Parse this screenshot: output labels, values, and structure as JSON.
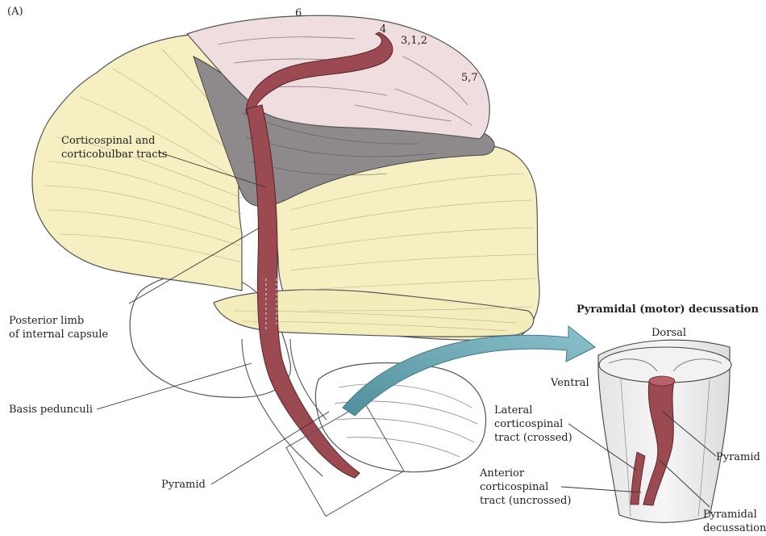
{
  "panel_label": "(A)",
  "area_numbers": {
    "area6": "6",
    "area4": "4",
    "area312": "3,1,2",
    "area57": "5,7"
  },
  "labels": {
    "corticospinal_line1": "Corticospinal and",
    "corticospinal_line2": "corticobulbar tracts",
    "posterior_line1": "Posterior limb",
    "posterior_line2": "of internal capsule",
    "basis_pedunculi": "Basis pedunculi",
    "pyramid_main": "Pyramid"
  },
  "inset": {
    "title": "Pyramidal (motor) decussation",
    "dorsal": "Dorsal",
    "ventral": "Ventral",
    "lateral_line1": "Lateral",
    "lateral_line2": "corticospinal",
    "lateral_line3": "tract (crossed)",
    "anterior_line1": "Anterior",
    "anterior_line2": "corticospinal",
    "anterior_line3": "tract (uncrossed)",
    "pyramid": "Pyramid",
    "decussation_line1": "Pyramidal",
    "decussation_line2": "decussation"
  },
  "colors": {
    "tract": "#9c4a52",
    "cortex_yellow": "#f5efc2",
    "cortex_pink": "#efdde0",
    "arrow_teal": "#6aa6b2"
  }
}
